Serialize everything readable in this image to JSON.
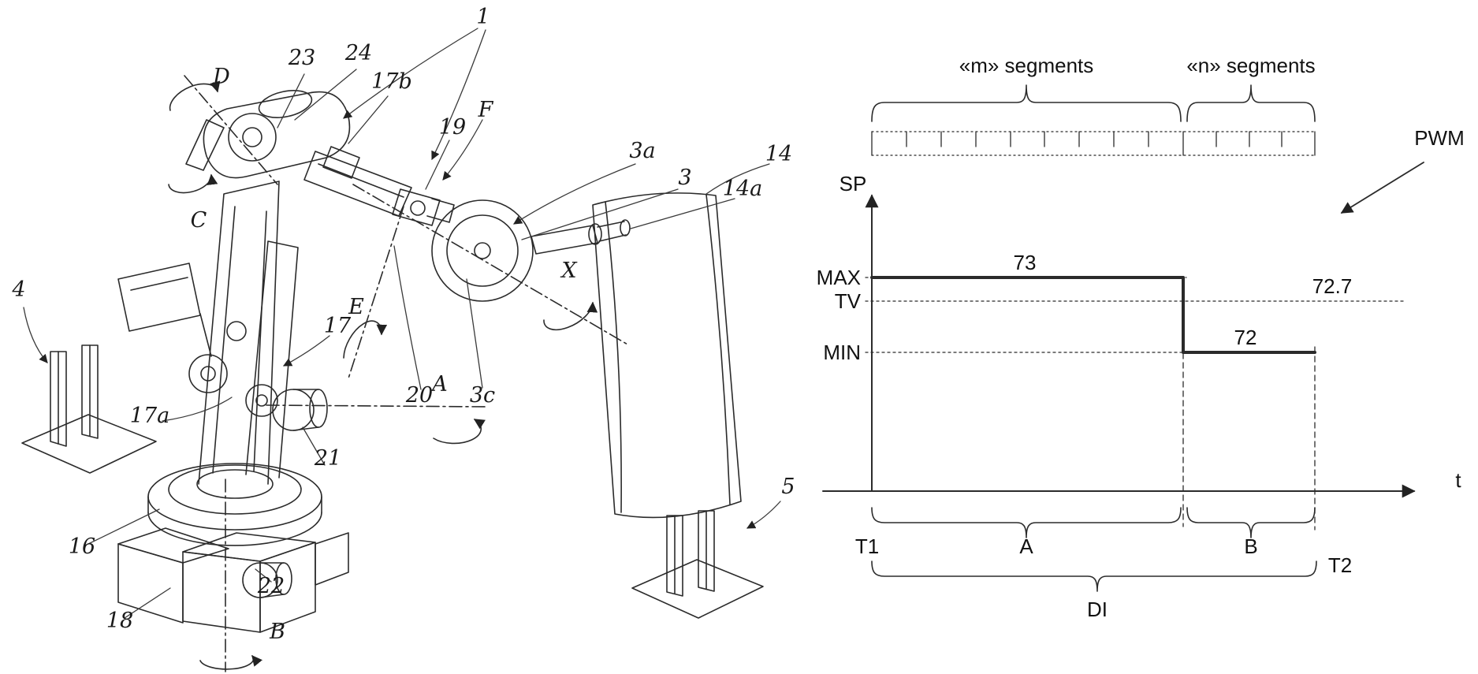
{
  "ref_labels": {
    "n1": "1",
    "nD": "D",
    "n23": "23",
    "n24": "24",
    "n17b": "17b",
    "n19": "19",
    "nF": "F",
    "nC": "C",
    "n3a": "3a",
    "n3": "3",
    "n14a": "14a",
    "n14": "14",
    "n4": "4",
    "n17": "17",
    "nE": "E",
    "n20": "20",
    "n3c": "3c",
    "nX": "X",
    "nA": "A",
    "n17a": "17a",
    "n21": "21",
    "n16": "16",
    "n18": "18",
    "n22": "22",
    "nB": "B",
    "n5": "5"
  },
  "diagram": {
    "m_segments": "«m» segments",
    "n_segments": "«n» segments",
    "pwm": "PWM",
    "sp": "SP",
    "t": "t",
    "max": "MAX",
    "tv": "TV",
    "min": "MIN",
    "v_max": "73",
    "v_tv": "72.7",
    "v_min": "72",
    "t1": "T1",
    "t2": "T2",
    "a": "A",
    "b": "B",
    "di": "DI"
  },
  "chart_data": {
    "type": "line",
    "style": "step",
    "x_axis_label": "t",
    "y_axis_label": "SP",
    "reference_levels": {
      "MAX": 73,
      "TV": 72.7,
      "MIN": 72
    },
    "series": [
      {
        "name": "SP",
        "steps": [
          {
            "interval": "A",
            "from": "T1",
            "value": 73,
            "segments": "«m» segments"
          },
          {
            "interval": "B",
            "to": "T2",
            "value": 72,
            "segments": "«n» segments"
          }
        ]
      }
    ],
    "total_interval": "DI",
    "annotations": [
      "PWM"
    ]
  }
}
